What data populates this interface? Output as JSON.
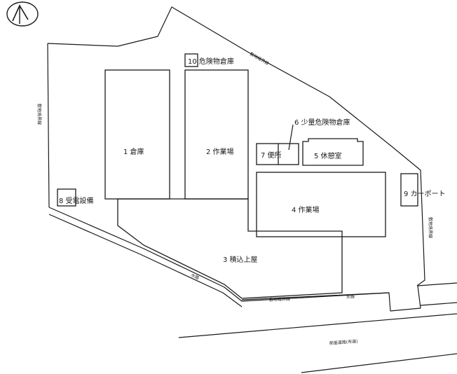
{
  "labels": {
    "warehouse": "1 倉庫",
    "workshop_2": "2 作業場",
    "loading_shed": "3 積込上屋",
    "workshop_4": "4 作業場",
    "rest_room": "5 休憩室",
    "small_hazmat_store": "6 少量危険物倉庫",
    "toilet": "7 便所",
    "substation": "8 受電設備",
    "carport": "9 カーポート",
    "hazmat_store": "10 危険物倉庫"
  },
  "boundary_notes": {
    "left": "敷地境界線",
    "top_right": "敷地境界線",
    "right": "敷地境界線",
    "bottom": "敷地境界線"
  },
  "waterway_notes": {
    "left": "水路",
    "right": "水路"
  },
  "road_note": "前面道路(市道)",
  "icons": {
    "north_arrow": "north-arrow-icon"
  }
}
